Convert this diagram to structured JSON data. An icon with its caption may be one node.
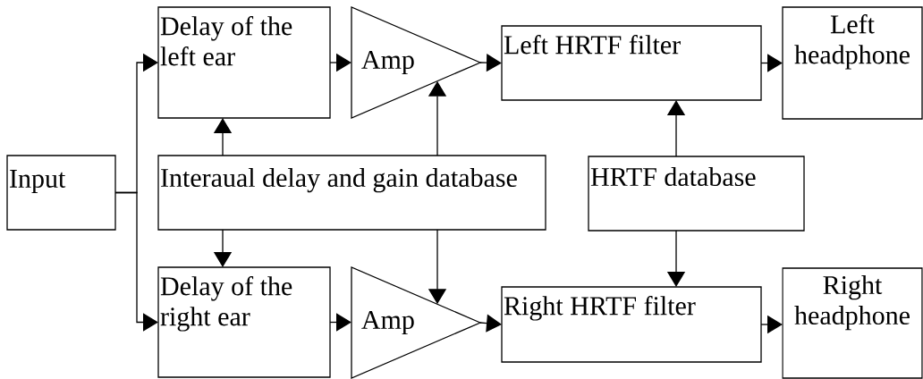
{
  "diagram": {
    "nodes": [
      {
        "text": [
          "Delay of the left ear"
        ]
      },
      {
        "text": [
          "Amp"
        ]
      },
      {
        "text": [
          "Left HRTF filter"
        ]
      },
      {
        "text": [
          "Left headphone"
        ]
      },
      {
        "text": [
          "Input"
        ]
      },
      {
        "text": [
          "Interaual delay and gain database"
        ]
      },
      {
        "text": [
          "HRTF database"
        ]
      },
      {
        "text": [
          "Delay of the right ear"
        ]
      },
      {
        "text": [
          "Amp"
        ]
      },
      {
        "text": [
          "Right HRTF filter"
        ]
      },
      {
        "text": [
          "Right headphone"
        ]
      }
    ],
    "edges": [
      {
        "from": 4,
        "to": 0,
        "arrow": "to"
      },
      {
        "from": 4,
        "to": 7,
        "arrow": "to"
      },
      {
        "from": 5,
        "to": 0,
        "arrow": "to"
      },
      {
        "from": 5,
        "to": 7,
        "arrow": "to"
      },
      {
        "from": 5,
        "to": 1,
        "arrow": "to"
      },
      {
        "from": 5,
        "to": 8,
        "arrow": "to"
      },
      {
        "from": 0,
        "to": 1,
        "arrow": "to"
      },
      {
        "from": 7,
        "to": 8,
        "arrow": "to"
      },
      {
        "from": 1,
        "to": 2,
        "arrow": "to"
      },
      {
        "from": 8,
        "to": 9,
        "arrow": "to"
      },
      {
        "from": 6,
        "to": 2,
        "arrow": "to"
      },
      {
        "from": 6,
        "to": 9,
        "arrow": "to"
      },
      {
        "from": 2,
        "to": 3,
        "arrow": "to"
      },
      {
        "from": 9,
        "to": 10,
        "arrow": "to"
      }
    ]
  }
}
